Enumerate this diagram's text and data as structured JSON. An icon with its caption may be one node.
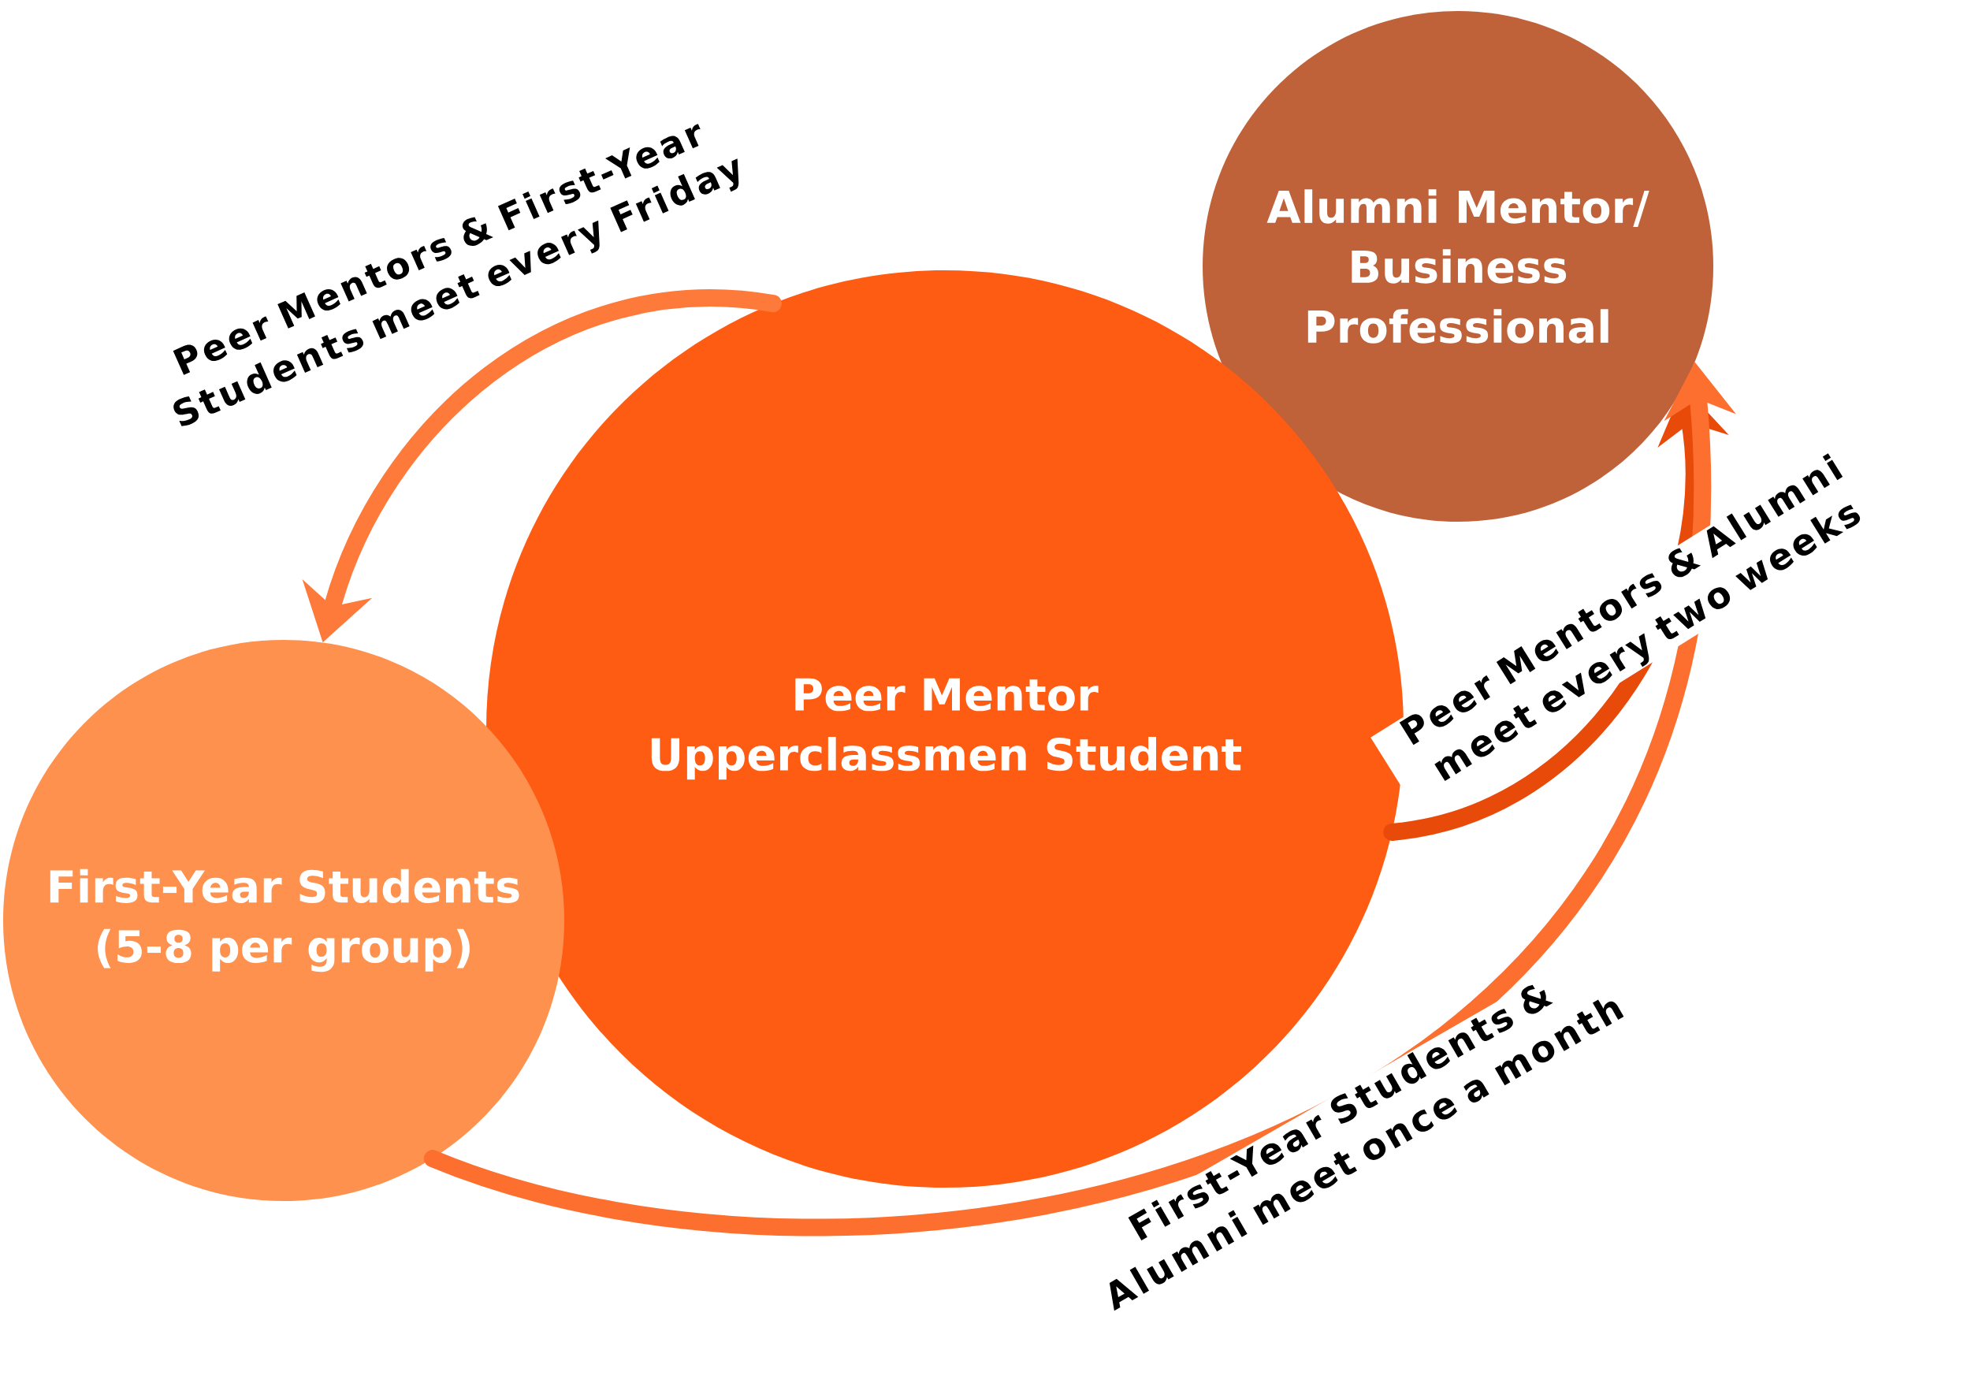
{
  "diagram": {
    "nodes": [
      {
        "text": [
          "Alumni Mentor/ Business Professional"
        ]
      },
      {
        "text": [
          "Peer Mentor Upperclassmen Student"
        ]
      },
      {
        "text": [
          "First-Year Students (5-8 per group)"
        ]
      }
    ],
    "edges": [
      {
        "from": 1,
        "to": 2,
        "arrow": "to",
        "label": "Peer Mentors & First-Year Students meet every Friday",
        "color": "#fe7a3a"
      },
      {
        "from": 1,
        "to": 0,
        "arrow": "to",
        "label": "Peer Mentors & Alumni meet every two weeks",
        "color": "#e84a0a"
      },
      {
        "from": 2,
        "to": 0,
        "arrow": "to",
        "label": "First-Year Students & Alumni meet once a month",
        "color": "#fd6f2f"
      }
    ]
  }
}
